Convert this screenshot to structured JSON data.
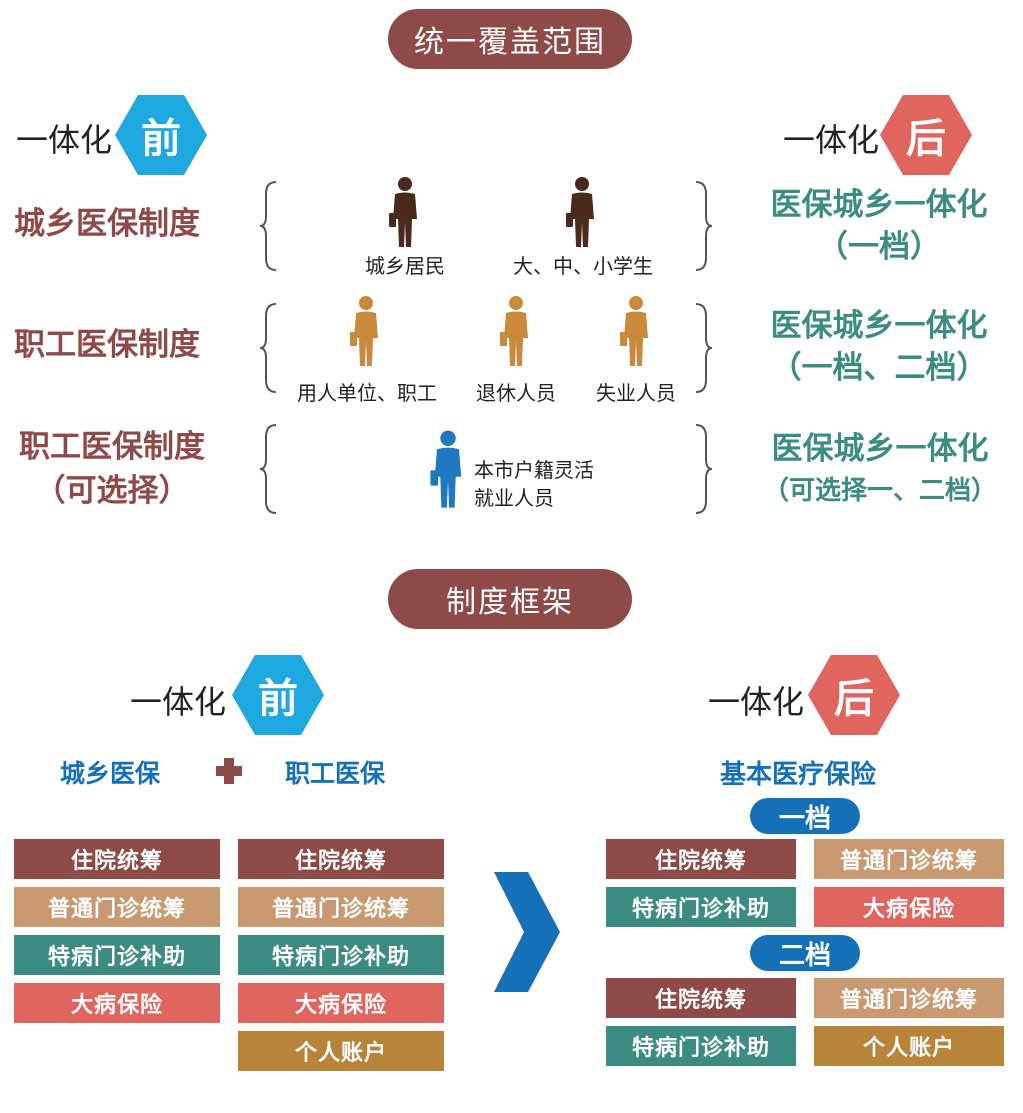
{
  "sec1": {
    "title": "统一覆盖范围",
    "before": {
      "prefix": "一体化",
      "badge": "前"
    },
    "after": {
      "prefix": "一体化",
      "badge": "后"
    },
    "rows": [
      {
        "left": [
          "城乡医保制度"
        ],
        "people": [
          "城乡居民",
          "大、中、小学生"
        ],
        "right": [
          "医保城乡一体化",
          "（一档）"
        ]
      },
      {
        "left": [
          "职工医保制度"
        ],
        "people": [
          "用人单位、职工",
          "退休人员",
          "失业人员"
        ],
        "right": [
          "医保城乡一体化",
          "（一档、二档）"
        ]
      },
      {
        "left": [
          "职工医保制度",
          "（可选择）"
        ],
        "people": [
          "本市户籍灵活",
          "就业人员"
        ],
        "right": [
          "医保城乡一体化",
          "（可选择一、二档）"
        ]
      }
    ]
  },
  "sec2": {
    "title": "制度框架",
    "before": {
      "prefix": "一体化",
      "badge": "前"
    },
    "after": {
      "prefix": "一体化",
      "badge": "后"
    },
    "col_a": "城乡医保",
    "col_b": "职工医保",
    "col_a_items": [
      "住院统筹",
      "普通门诊统筹",
      "特病门诊补助",
      "大病保险"
    ],
    "col_b_items": [
      "住院统筹",
      "普通门诊统筹",
      "特病门诊补助",
      "大病保险",
      "个人账户"
    ],
    "after_title": "基本医疗保险",
    "tier1": {
      "label": "一档",
      "items": [
        "住院统筹",
        "普通门诊统筹",
        "特病门诊补助",
        "大病保险"
      ]
    },
    "tier2": {
      "label": "二档",
      "items": [
        "住院统筹",
        "普通门诊统筹",
        "特病门诊补助",
        "个人账户"
      ]
    }
  },
  "colors": {
    "maroon": "#8e4a48",
    "tan": "#c99a72",
    "teal": "#3d8c84",
    "pink": "#e0655f",
    "gold": "#b8843a",
    "blue": "#1670b8",
    "cyan": "#1fa7e0",
    "brown": "#4a2a1c",
    "amber": "#c98a3c"
  },
  "icons": [
    "person-icon",
    "briefcase-icon",
    "plus-icon",
    "arrow-right-icon"
  ]
}
